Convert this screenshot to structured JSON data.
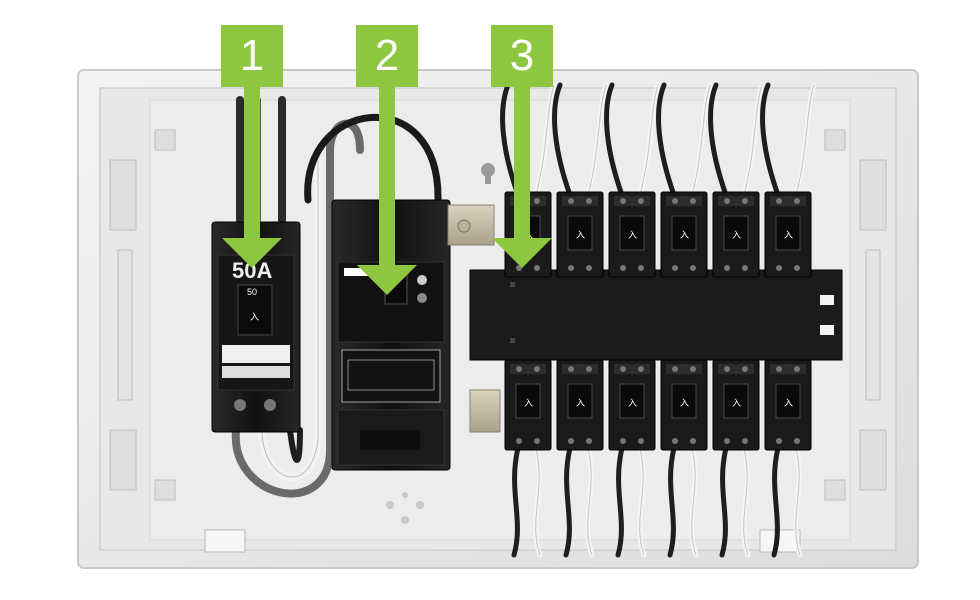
{
  "callouts": [
    {
      "number": "1"
    },
    {
      "number": "2"
    },
    {
      "number": "3"
    }
  ],
  "main_breaker": {
    "amp_label": "50A",
    "rating": "50",
    "switch_glyph": "入"
  },
  "branch_breakers": {
    "switch_glyph": "入"
  },
  "colors": {
    "callout_green": "#8dc63f",
    "panel_white": "#efefef",
    "breaker_black": "#1c1c1c"
  }
}
